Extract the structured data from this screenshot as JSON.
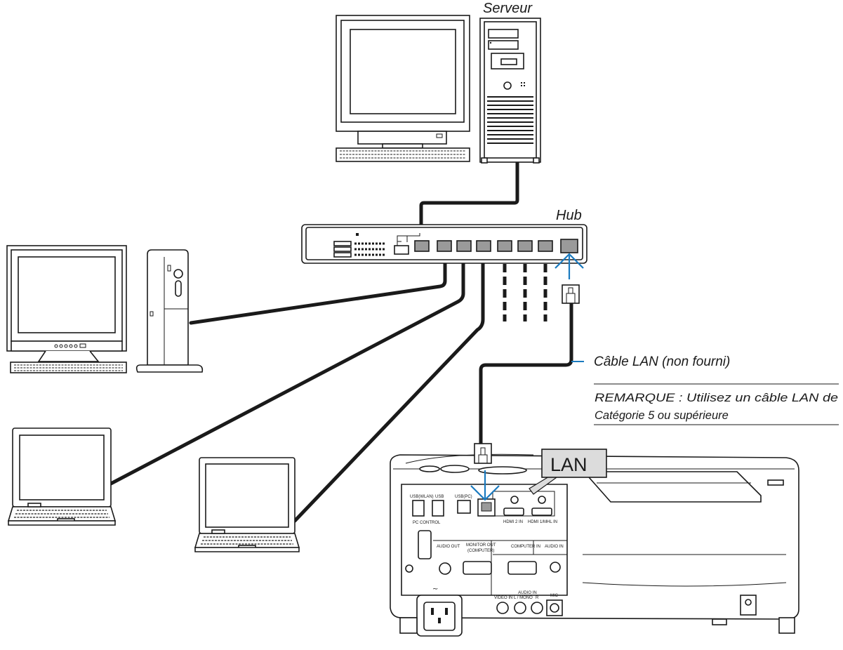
{
  "labels": {
    "server": "Serveur",
    "hub": "Hub",
    "cable": "Câble LAN (non fourni)",
    "note_line1": "REMARQUE : Utilisez un câble LAN de",
    "note_line2": "Catégorie 5 ou supérieure",
    "lan": "LAN"
  },
  "projector_ports": {
    "usb_wlan": "USB(WLAN)",
    "usb": "USB",
    "usb_pc": "USB(PC)",
    "pc_control": "PC CONTROL",
    "hdmi2_in": "HDMI 2 IN",
    "hdmi1_mhl_in": "HDMI 1/MHL IN",
    "audio_out": "AUDIO OUT",
    "monitor_out": "MONITOR OUT",
    "monitor_out_sub": "(COMPUTER)",
    "computer_in": "COMPUTER IN",
    "audio_in": "AUDIO IN",
    "audio_in_2": "AUDIO IN",
    "video_in": "VIDEO IN",
    "l_mono": "L / MONO",
    "r": "R",
    "mic": "MIC"
  },
  "colors": {
    "line": "#1a1a1a",
    "arrow": "#1a7abf",
    "callout": "#dcdcdc",
    "port": "#9a9a9a"
  }
}
